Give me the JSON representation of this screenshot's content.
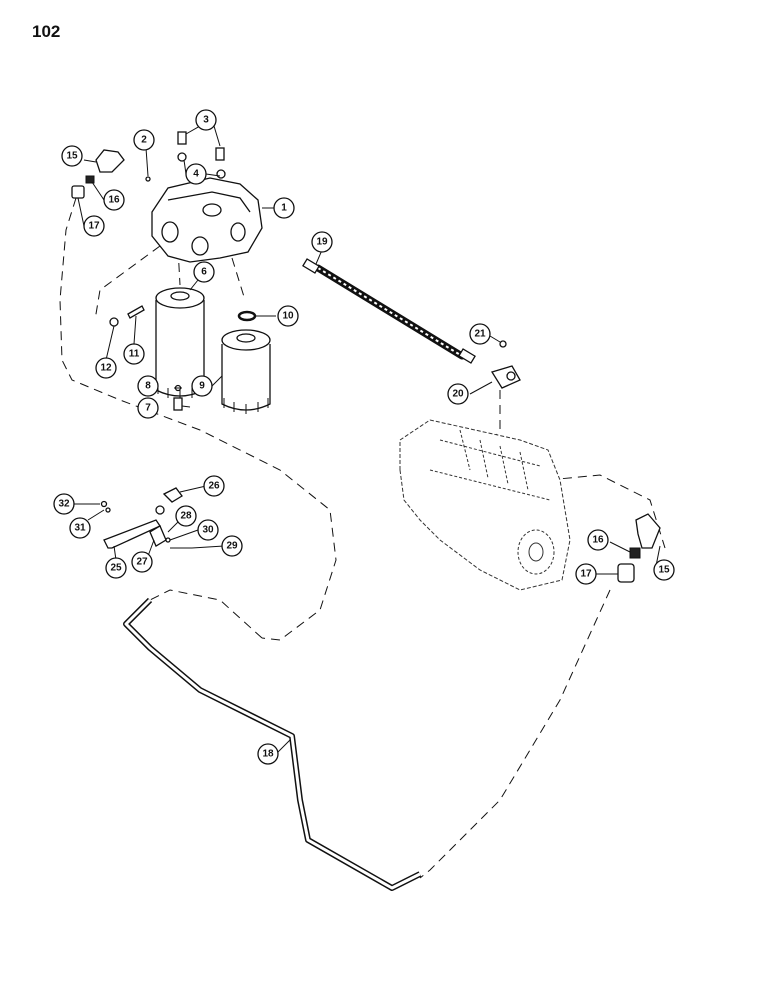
{
  "page": {
    "number": "102"
  },
  "callouts": [
    {
      "id": "c1",
      "label": "1"
    },
    {
      "id": "c2",
      "label": "2"
    },
    {
      "id": "c3",
      "label": "3"
    },
    {
      "id": "c4",
      "label": "4"
    },
    {
      "id": "c6",
      "label": "6"
    },
    {
      "id": "c7",
      "label": "7"
    },
    {
      "id": "c8",
      "label": "8"
    },
    {
      "id": "c9",
      "label": "9"
    },
    {
      "id": "c10",
      "label": "10"
    },
    {
      "id": "c11",
      "label": "11"
    },
    {
      "id": "c12",
      "label": "12"
    },
    {
      "id": "c15a",
      "label": "15"
    },
    {
      "id": "c16a",
      "label": "16"
    },
    {
      "id": "c17a",
      "label": "17"
    },
    {
      "id": "c18",
      "label": "18"
    },
    {
      "id": "c19",
      "label": "19"
    },
    {
      "id": "c20",
      "label": "20"
    },
    {
      "id": "c21",
      "label": "21"
    },
    {
      "id": "c25",
      "label": "25"
    },
    {
      "id": "c26",
      "label": "26"
    },
    {
      "id": "c27",
      "label": "27"
    },
    {
      "id": "c28",
      "label": "28"
    },
    {
      "id": "c29",
      "label": "29"
    },
    {
      "id": "c30",
      "label": "30"
    },
    {
      "id": "c31",
      "label": "31"
    },
    {
      "id": "c32",
      "label": "32"
    },
    {
      "id": "c16b",
      "label": "16"
    },
    {
      "id": "c17b",
      "label": "17"
    },
    {
      "id": "c15b",
      "label": "15"
    }
  ]
}
